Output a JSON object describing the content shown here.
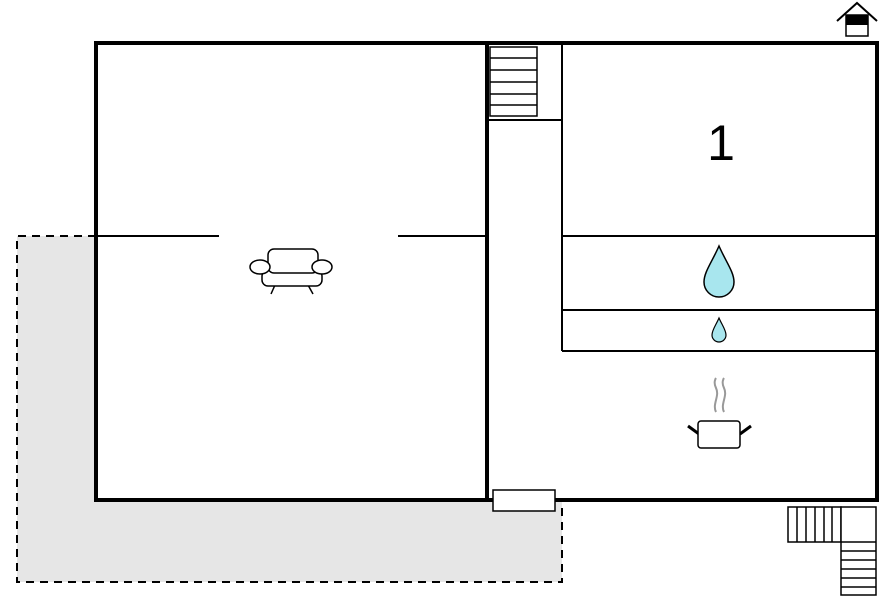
{
  "floorplan": {
    "rooms": [
      {
        "id": "living",
        "icon": "sofa-icon"
      },
      {
        "id": "bedroom",
        "label": "1"
      },
      {
        "id": "bathroom",
        "icon": "water-drop-icon"
      },
      {
        "id": "toilet",
        "icon": "water-drop-small-icon"
      },
      {
        "id": "kitchen",
        "icon": "cooking-pot-icon"
      }
    ],
    "icons": [
      "house-entrance-icon",
      "stairs-icon",
      "sofa-icon",
      "water-drop-icon",
      "cooking-pot-icon"
    ],
    "colors": {
      "wall": "#000000",
      "terrace": "#e6e6e6",
      "water": "#a8e6ee"
    }
  }
}
